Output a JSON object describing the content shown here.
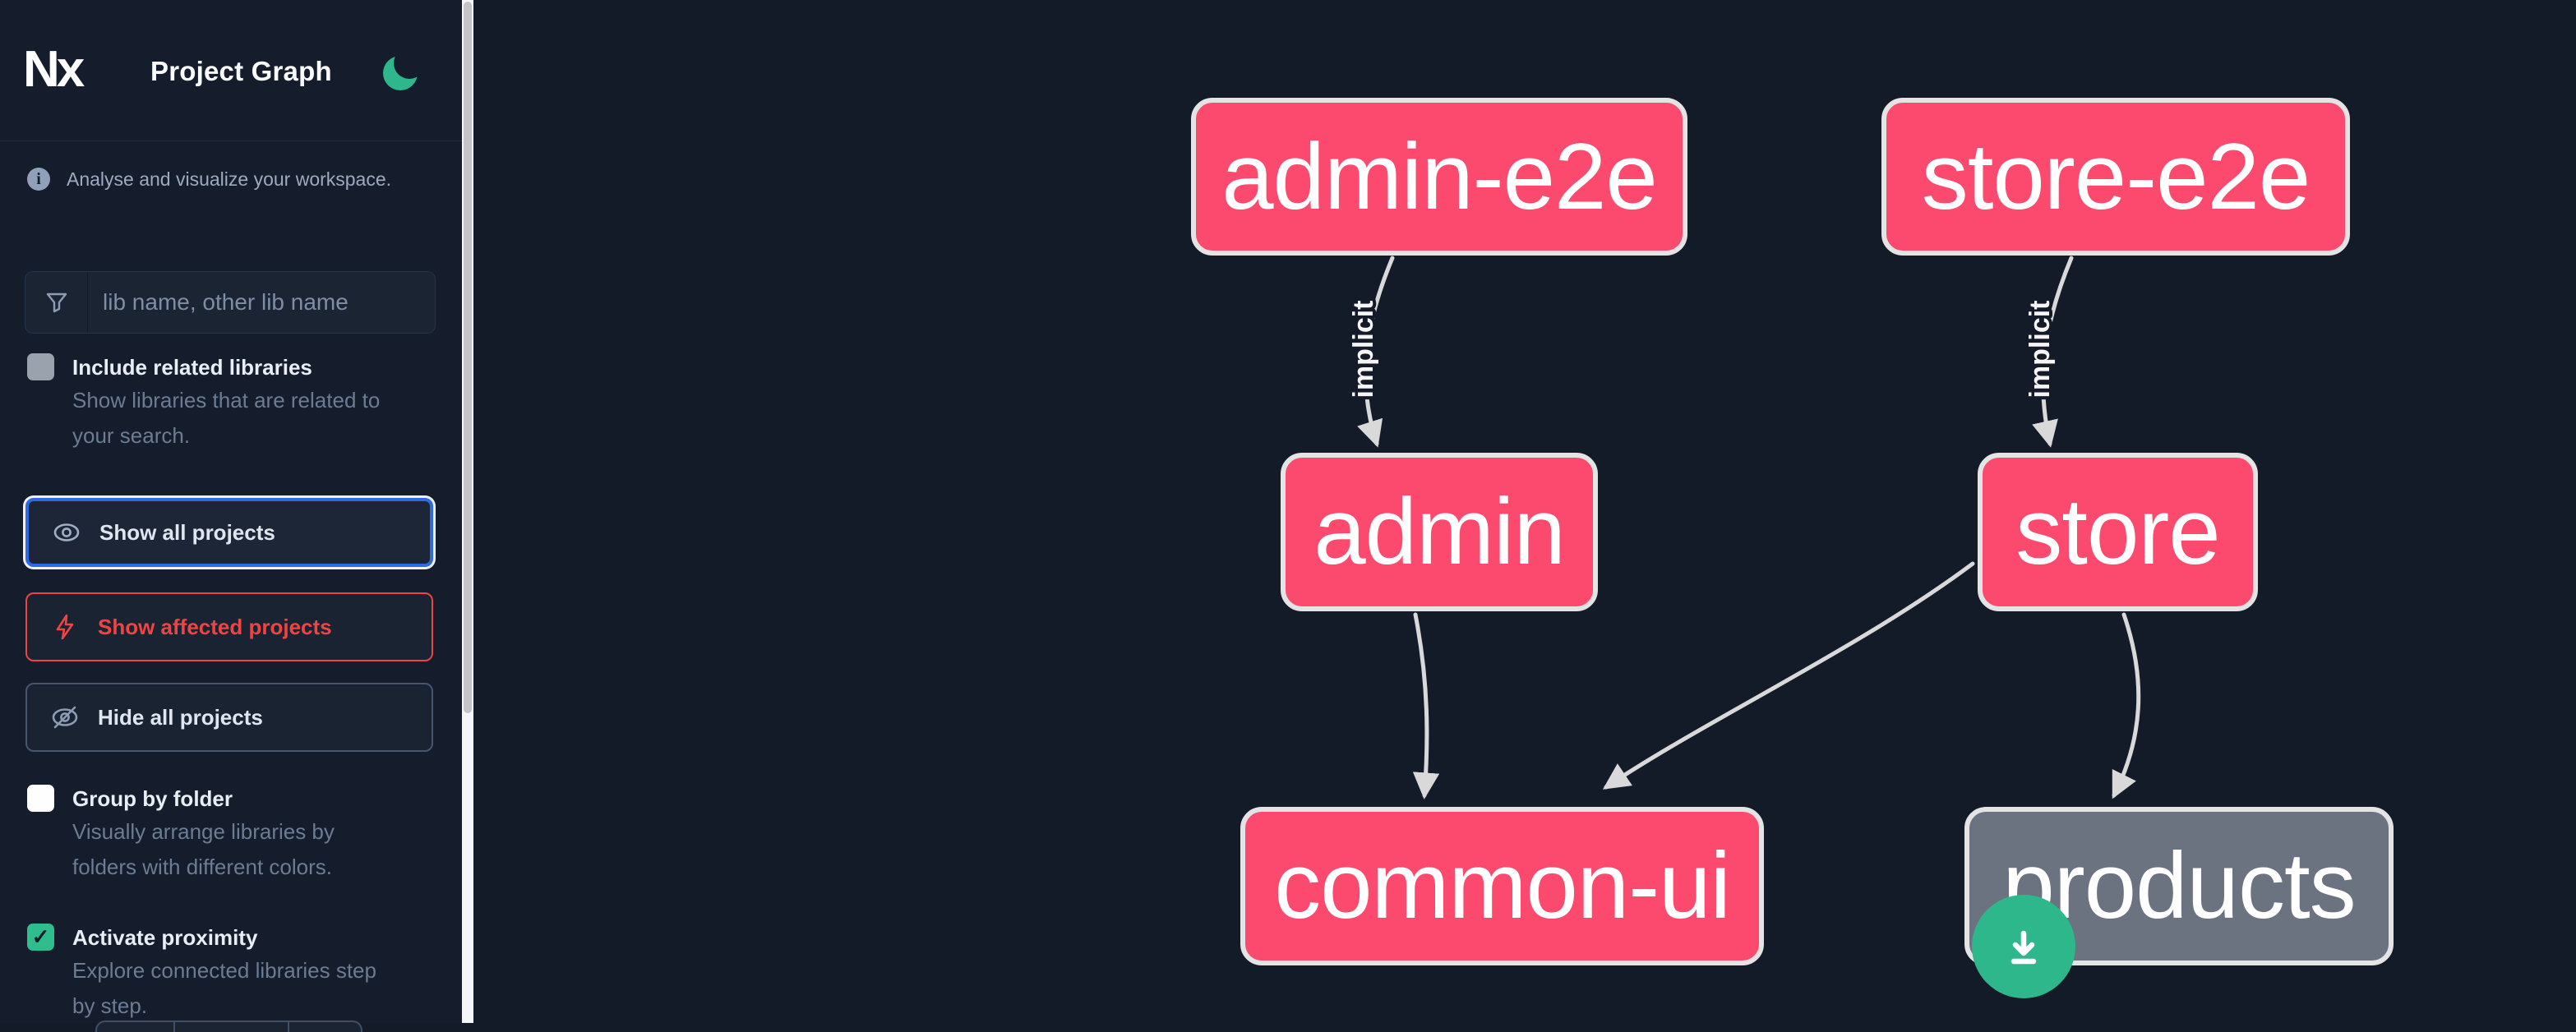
{
  "header": {
    "logo_text": "Nx",
    "title": "Project Graph"
  },
  "intro": {
    "text": "Analyse and visualize your workspace."
  },
  "search": {
    "placeholder": "lib name, other lib name",
    "value": ""
  },
  "filters": {
    "include_related": {
      "label": "Include related libraries",
      "description_line1": "Show libraries that are related to",
      "description_line2": "your search.",
      "checked": false
    },
    "group_by_folder": {
      "label": "Group by folder",
      "description_line1": "Visually arrange libraries by",
      "description_line2": "folders with different colors.",
      "checked": false
    },
    "activate_proximity": {
      "label": "Activate proximity",
      "description_line1": "Explore connected libraries step",
      "description_line2": "by step.",
      "checked": true,
      "check_glyph": "✓"
    }
  },
  "actions": {
    "show_all": {
      "label": "Show all projects"
    },
    "show_affected": {
      "label": "Show affected projects"
    },
    "hide_all": {
      "label": "Hide all projects"
    }
  },
  "graph": {
    "nodes": [
      {
        "id": "admin-e2e",
        "label": "admin-e2e",
        "kind": "affected"
      },
      {
        "id": "store-e2e",
        "label": "store-e2e",
        "kind": "affected"
      },
      {
        "id": "admin",
        "label": "admin",
        "kind": "affected"
      },
      {
        "id": "store",
        "label": "store",
        "kind": "affected"
      },
      {
        "id": "common-ui",
        "label": "common-ui",
        "kind": "affected"
      },
      {
        "id": "products",
        "label": "products",
        "kind": "neutral"
      }
    ],
    "edges": [
      {
        "source": "admin-e2e",
        "target": "admin",
        "label": "implicit"
      },
      {
        "source": "store-e2e",
        "target": "store",
        "label": "implicit"
      },
      {
        "source": "admin",
        "target": "common-ui",
        "label": ""
      },
      {
        "source": "store",
        "target": "common-ui",
        "label": ""
      },
      {
        "source": "store",
        "target": "products",
        "label": ""
      }
    ]
  },
  "colors": {
    "node_affected": "#fb4a6e",
    "node_neutral": "#6b7280",
    "node_border": "#e4e4e4",
    "edge": "#d9d9d9",
    "accent_green": "#2eb78a",
    "focus_blue": "#2e6be2",
    "danger_red": "#ee4444",
    "sidebar_bg": "#151c2b",
    "canvas_bg": "#131a28"
  }
}
